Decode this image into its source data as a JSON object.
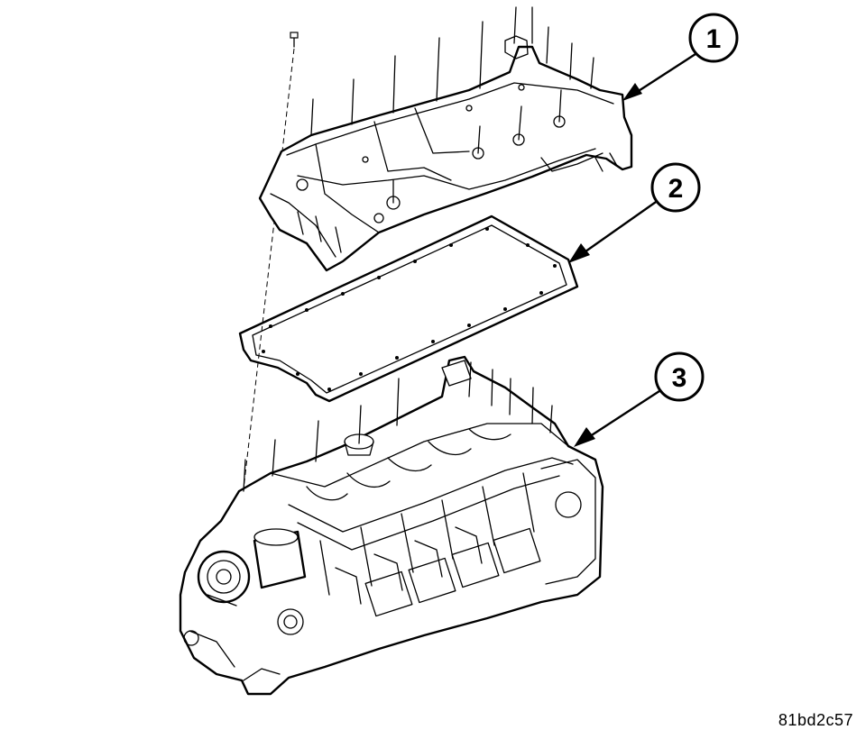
{
  "callouts": [
    {
      "number": "1",
      "part": "oil-pan-upper"
    },
    {
      "number": "2",
      "part": "oil-pan-gasket"
    },
    {
      "number": "3",
      "part": "engine-block"
    }
  ],
  "figure_code": "81bd2c57"
}
